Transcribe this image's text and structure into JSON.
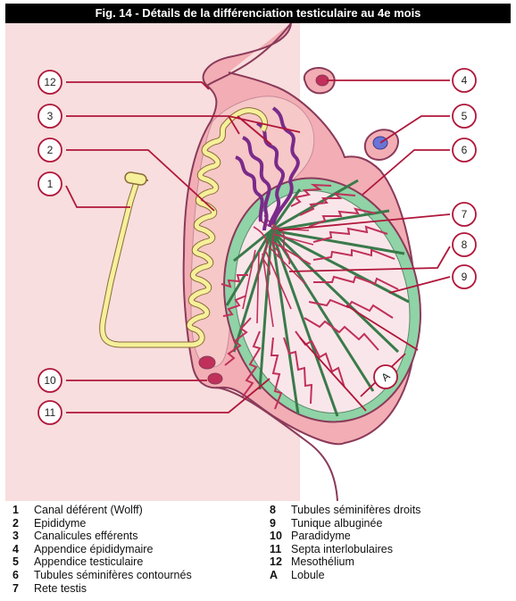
{
  "figure": {
    "title": "Fig. 14 - Détails de la différenciation testiculaire au 4e mois",
    "callouts": [
      "1",
      "2",
      "3",
      "4",
      "5",
      "6",
      "7",
      "8",
      "9",
      "10",
      "11",
      "12",
      "A"
    ]
  },
  "legend": {
    "left": [
      {
        "num": "1",
        "label": "Canal déférent (Wolff)"
      },
      {
        "num": "2",
        "label": "Epididyme"
      },
      {
        "num": "3",
        "label": "Canalicules efférents"
      },
      {
        "num": "4",
        "label": "Appendice épididymaire"
      },
      {
        "num": "5",
        "label": "Appendice testiculaire"
      },
      {
        "num": "6",
        "label": "Tubules séminifères contournés"
      },
      {
        "num": "7",
        "label": "Rete testis"
      }
    ],
    "right": [
      {
        "num": "8",
        "label": "Tubules séminifères droits"
      },
      {
        "num": "9",
        "label": "Tunique albuginée"
      },
      {
        "num": "10",
        "label": "Paradidyme"
      },
      {
        "num": "11",
        "label": "Septa interlobulaires"
      },
      {
        "num": "12",
        "label": "Mesothélium"
      },
      {
        "num": "A",
        "label": "Lobule"
      }
    ]
  },
  "colors": {
    "background_pink": "#f8dede",
    "body_pink": "#f2aeb4",
    "epididymis_pink": "#f6c8c8",
    "outline": "#8a3a5a",
    "tunica_green": "#8fd3a6",
    "lobule_fill": "#f9e6ea",
    "tubule_red": "#c0305a",
    "efferent_purple": "#7a2a8a",
    "duct_yellow": "#f6f09a",
    "appendix_blue": "#6a74d6",
    "leader_line": "#b0163a",
    "callout_circle": "#b0163a"
  }
}
